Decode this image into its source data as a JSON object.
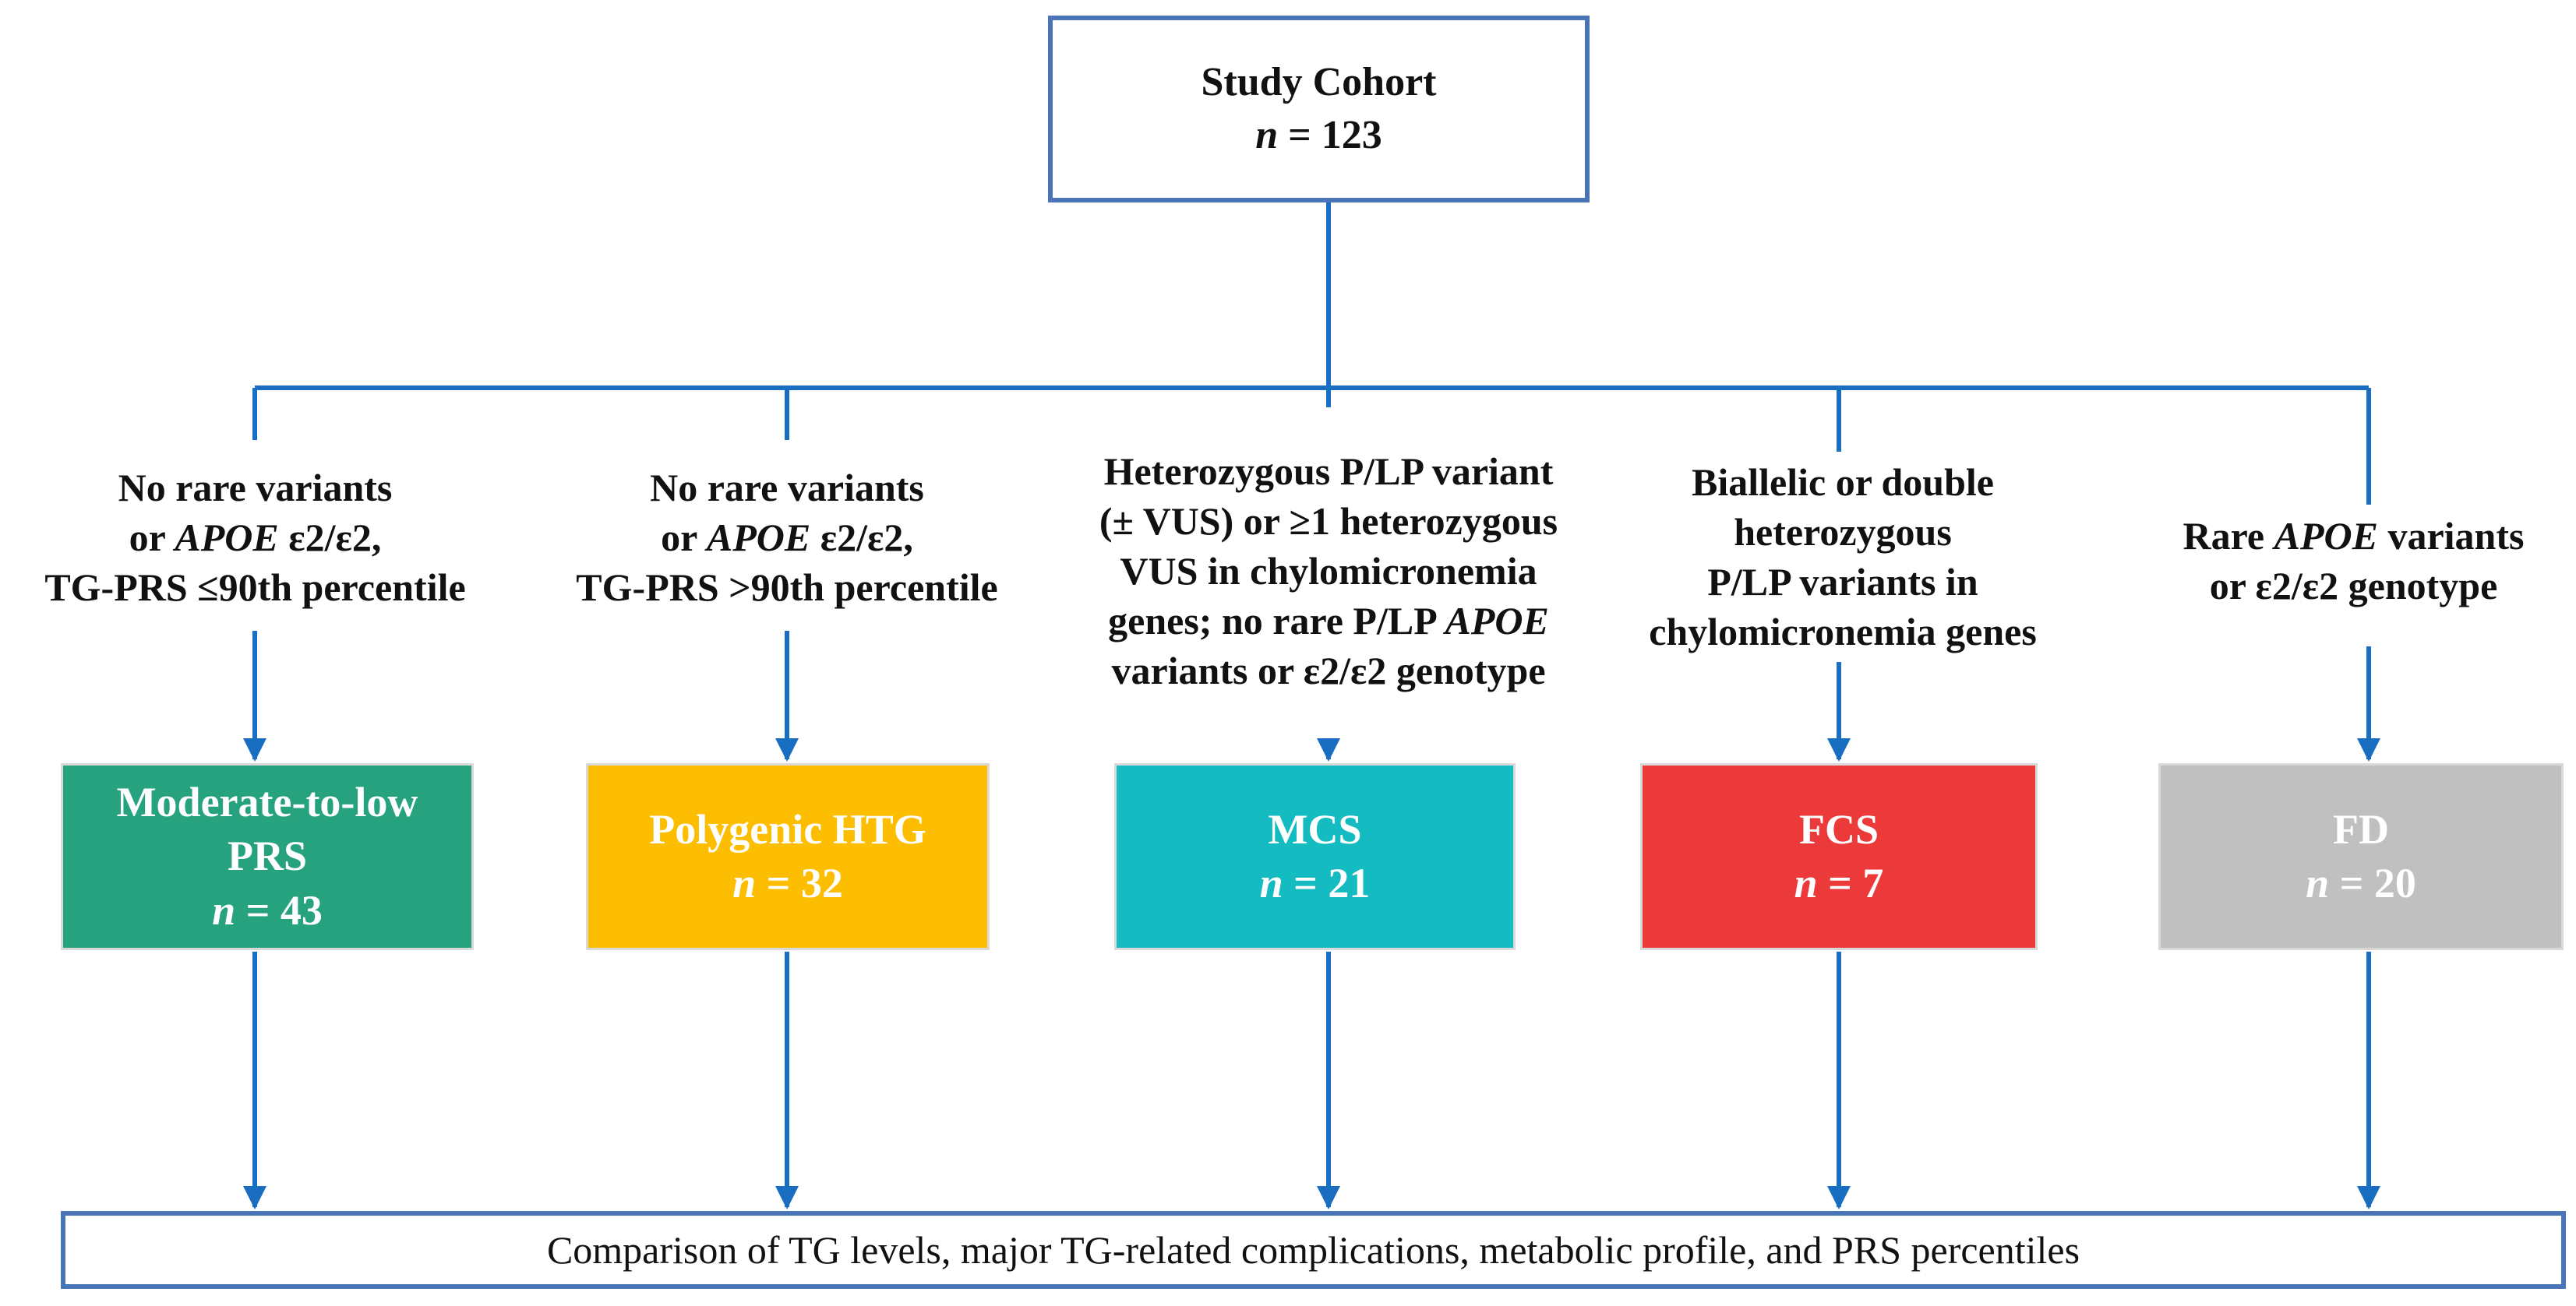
{
  "top": {
    "title": "Study Cohort",
    "n_label": "n",
    "n_value": " = 123"
  },
  "columns": [
    {
      "criteria_lines": [
        [
          "No rare variants"
        ],
        [
          "or ",
          "APOE",
          " ε2/ε2,"
        ],
        [
          "TG-PRS ≤90th percentile"
        ]
      ],
      "group": {
        "name_lines": [
          "Moderate-to-low",
          "PRS"
        ],
        "n_label": "n",
        "n_value": " = 43",
        "color": "#26a37e"
      }
    },
    {
      "criteria_lines": [
        [
          "No rare variants"
        ],
        [
          "or ",
          "APOE",
          " ε2/ε2,"
        ],
        [
          "TG-PRS >90th percentile"
        ]
      ],
      "group": {
        "name_lines": [
          "Polygenic HTG"
        ],
        "n_label": "n",
        "n_value": " = 32",
        "color": "#fdbd00"
      }
    },
    {
      "criteria_lines": [
        [
          "Heterozygous P/LP variant"
        ],
        [
          "(± VUS) or ≥1 heterozygous"
        ],
        [
          "VUS in chylomicronemia"
        ],
        [
          "genes; no rare P/LP ",
          "APOE"
        ],
        [
          "variants or ε2/ε2 genotype"
        ]
      ],
      "group": {
        "name_lines": [
          "MCS"
        ],
        "n_label": "n",
        "n_value": " = 21",
        "color": "#14bcc1"
      }
    },
    {
      "criteria_lines": [
        [
          "Biallelic or double"
        ],
        [
          "heterozygous"
        ],
        [
          "P/LP variants in"
        ],
        [
          "chylomicronemia genes"
        ]
      ],
      "group": {
        "name_lines": [
          "FCS"
        ],
        "n_label": "n",
        "n_value": " = 7",
        "color": "#ec3a3b"
      }
    },
    {
      "criteria_lines": [
        [
          "Rare ",
          "APOE",
          " variants"
        ],
        [
          "or ε2/ε2 genotype"
        ]
      ],
      "group": {
        "name_lines": [
          "FD"
        ],
        "n_label": "n",
        "n_value": " = 20",
        "color": "#c0c0c0"
      }
    }
  ],
  "bottom": {
    "text": "Comparison of TG levels, major TG-related complications, metabolic profile, and PRS percentiles"
  },
  "colors": {
    "connector": "#1a6ec2",
    "box_border": "#4a74b8"
  }
}
